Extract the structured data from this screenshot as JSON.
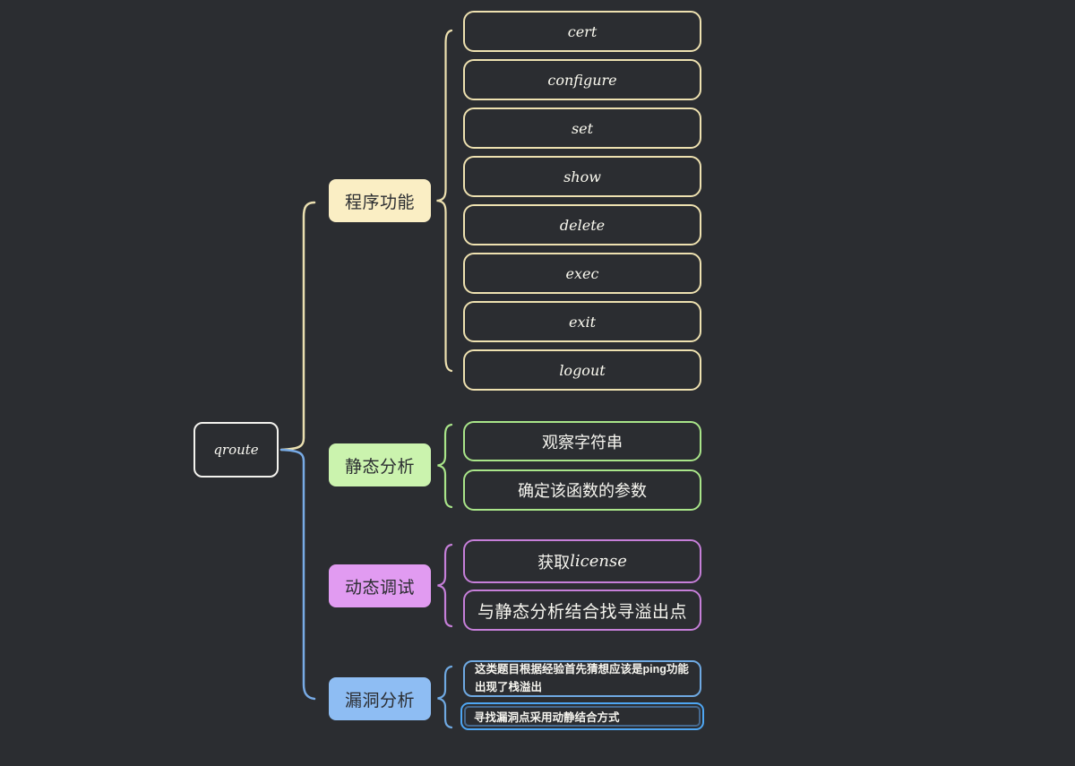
{
  "canvas": {
    "background": "#2b2d31"
  },
  "root": {
    "label": "qroute",
    "border_color": "#f3f2ee",
    "text_color": "#faf9f3"
  },
  "connector": {
    "top_color": "#eadfb0",
    "bottom_color": "#78abe6"
  },
  "selection": {
    "ring_color": "#4ea6f3",
    "inner_border_color": "#46698f"
  },
  "branches": [
    {
      "label": "程序功能",
      "fill": "#faeec4",
      "line_color": "#eee1b0",
      "text_color": "#2b2d31",
      "children": [
        {
          "label": "cert"
        },
        {
          "label": "configure"
        },
        {
          "label": "set"
        },
        {
          "label": "show"
        },
        {
          "label": "delete"
        },
        {
          "label": "exec"
        },
        {
          "label": "exit"
        },
        {
          "label": "logout"
        }
      ]
    },
    {
      "label": "静态分析",
      "fill": "#cbf3ae",
      "line_color": "#a9e589",
      "text_color": "#2b2d31",
      "children": [
        {
          "label": "观察字符串"
        },
        {
          "label": "确定该函数的参数"
        }
      ]
    },
    {
      "label": "动态调试",
      "fill": "#e19bf1",
      "line_color": "#c67fd9",
      "text_color": "#2b2d31",
      "children": [
        {
          "label_zh": "获取",
          "label_en": "license"
        },
        {
          "label": "与静态分析结合找寻溢出点"
        }
      ]
    },
    {
      "label": "漏洞分析",
      "fill": "#8ebdf3",
      "line_color": "#6fa9e2",
      "text_color": "#2b2d31",
      "children": [
        {
          "label": "这类题目根据经验首先猜想应该是ping功能出现了栈溢出"
        },
        {
          "label": "寻找漏洞点采用动静结合方式",
          "selected": true
        }
      ]
    }
  ]
}
